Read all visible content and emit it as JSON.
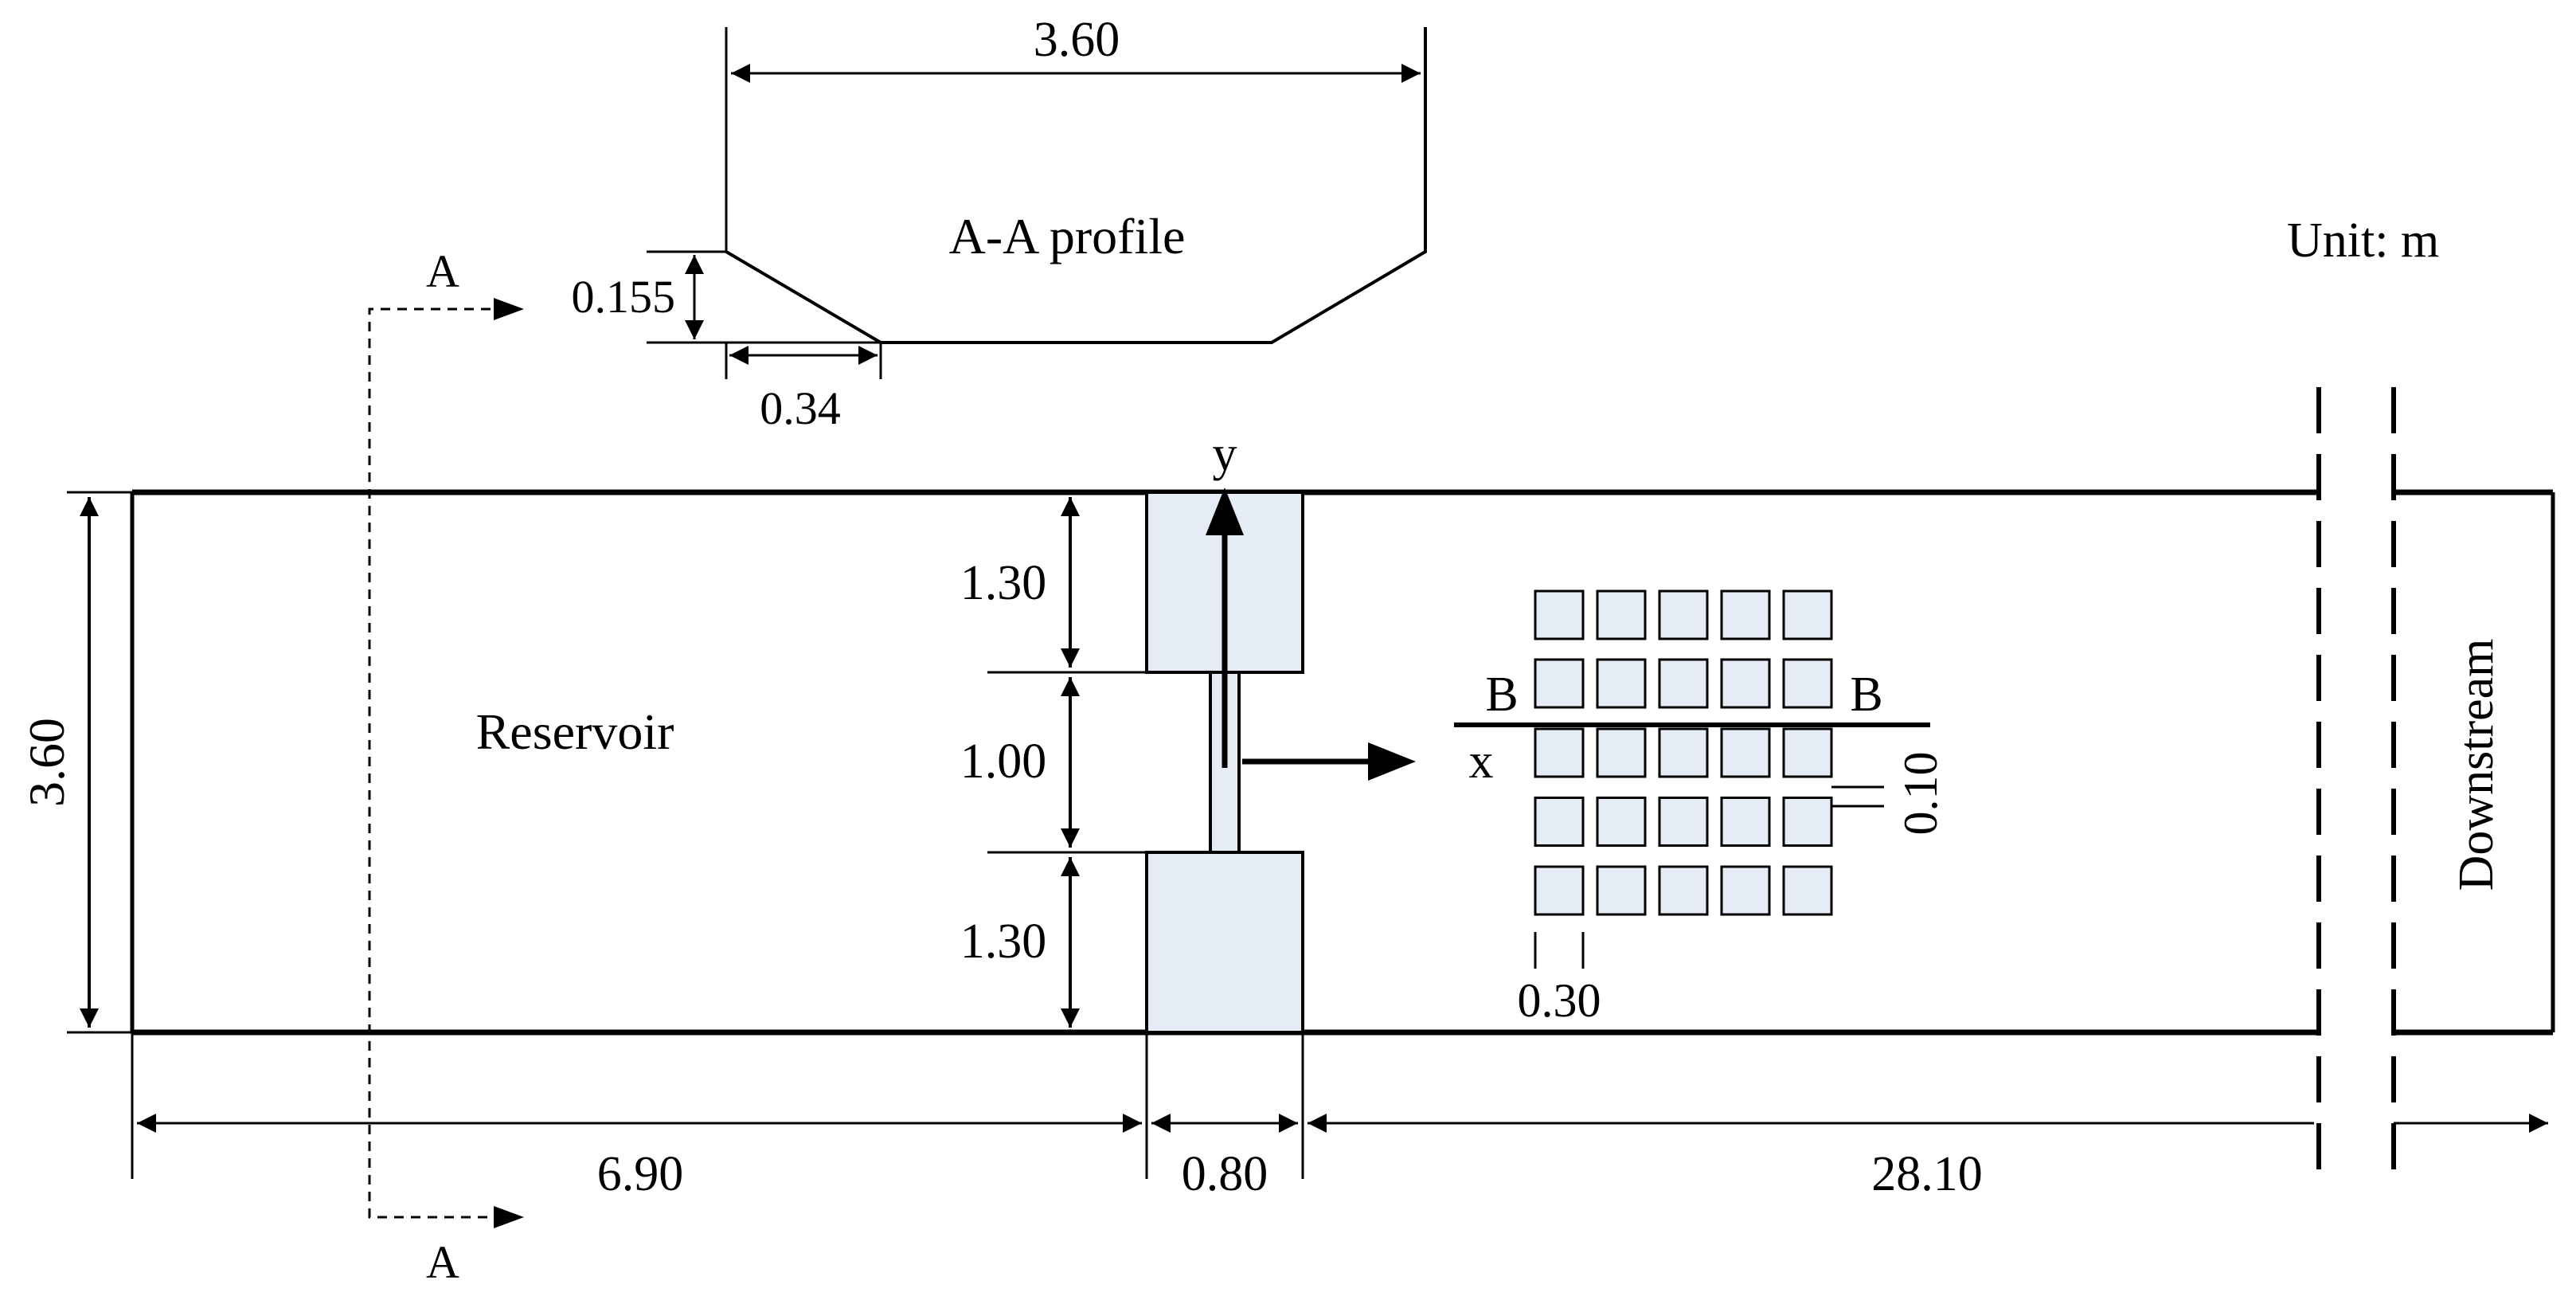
{
  "diagram": {
    "unit_label": "Unit: m",
    "profile_title": "A-A profile",
    "profile_width": "3.60",
    "profile_height": "0.155",
    "profile_slope_length": "0.34",
    "section_letter": "A",
    "channel_width": "3.60",
    "reservoir_label": "Reservoir",
    "downstream_label": "Downstream",
    "gate_upper": "1.30",
    "gate_opening": "1.00",
    "gate_lower": "1.30",
    "reservoir_length": "6.90",
    "gate_length": "0.80",
    "downstream_length": "28.10",
    "y_axis": "y",
    "x_axis": "x",
    "section_b": "B",
    "block_gap": "0.10",
    "block_size": "0.30"
  },
  "colors": {
    "block_fill": "#e6ecf6",
    "line": "#000000",
    "background": "#ffffff"
  }
}
